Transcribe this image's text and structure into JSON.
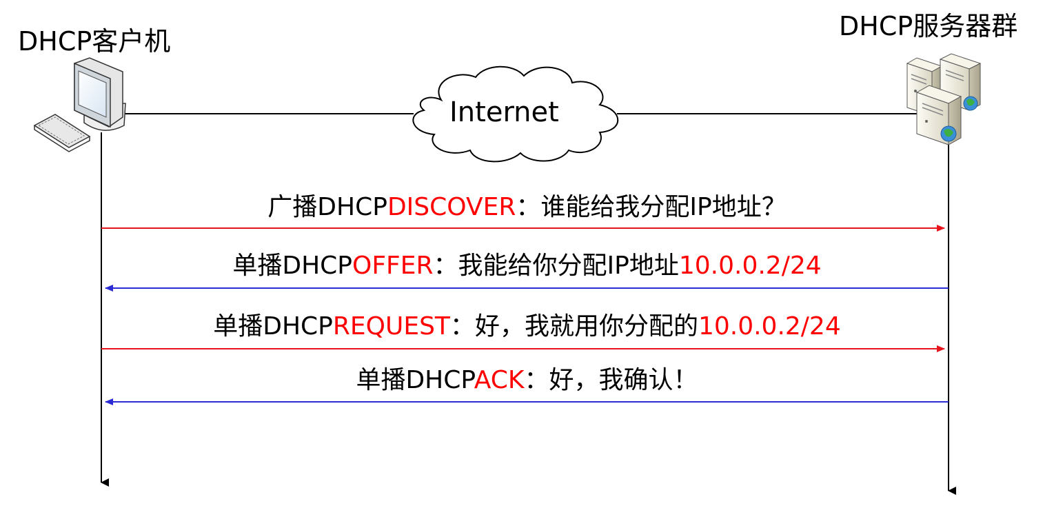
{
  "client": {
    "label": "DHCP客户机",
    "icon": "desktop-computer-icon"
  },
  "server": {
    "label": "DHCP服务器群",
    "icon": "server-cluster-icon"
  },
  "network": {
    "label": "Internet",
    "icon": "cloud-icon"
  },
  "colors": {
    "client_to_server": "#e8141c",
    "server_to_client": "#2b2bd6",
    "highlight_text": "#ff0000",
    "lifeline": "#000000"
  },
  "messages": [
    {
      "direction": "client-to-server",
      "prefix": "广播DHCP",
      "type": "DISCOVER",
      "separator": "：",
      "text": "谁能给我分配IP地址？",
      "highlight": ""
    },
    {
      "direction": "server-to-client",
      "prefix": "单播DHCP",
      "type": "OFFER",
      "separator": "：",
      "text": "我能给你分配IP地址",
      "highlight": "10.0.0.2/24"
    },
    {
      "direction": "client-to-server",
      "prefix": "单播DHCP",
      "type": "REQUEST",
      "separator": "：",
      "text": "好，我就用你分配的",
      "highlight": "10.0.0.2/24"
    },
    {
      "direction": "server-to-client",
      "prefix": "单播DHCP",
      "type": "ACK",
      "separator": "：",
      "text": "好，我确认！",
      "highlight": ""
    }
  ]
}
